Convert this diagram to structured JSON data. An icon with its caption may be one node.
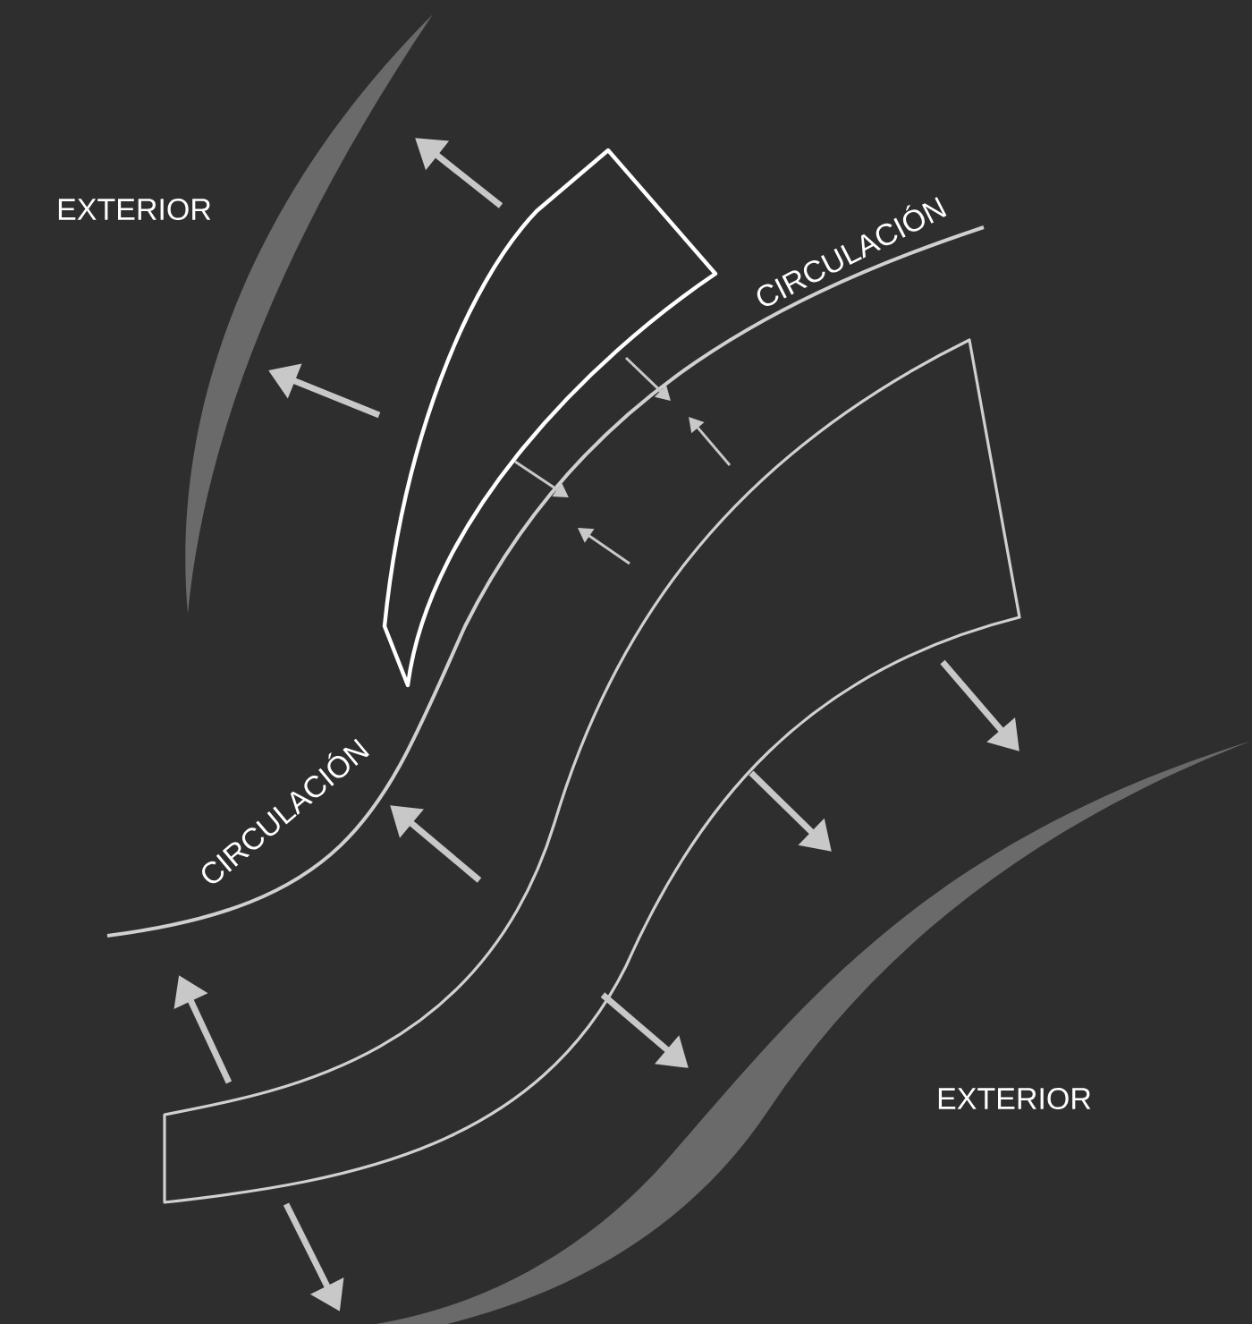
{
  "diagram": {
    "labels": [
      "EXTERIOR",
      "CIRCULACIÓN",
      "CIRCULACIÓN",
      "EXTERIOR"
    ]
  }
}
